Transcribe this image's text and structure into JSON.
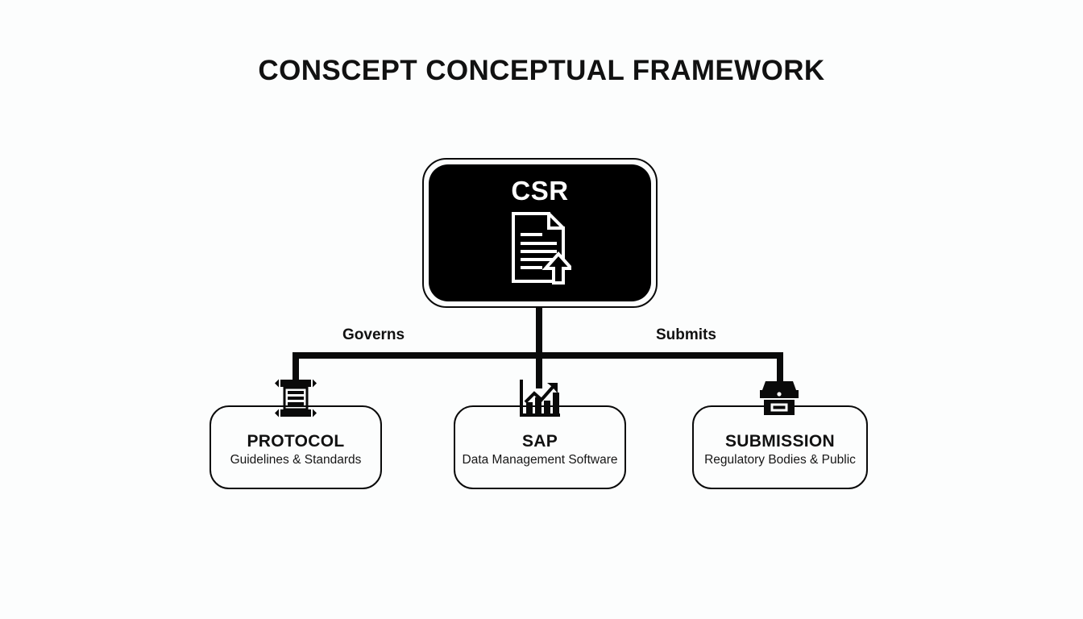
{
  "title": "CONSCEPT CONCEPTUAL FRAMEWORK",
  "colors": {
    "background": "#fcfdfd",
    "ink": "#0a0a0a",
    "root_fill": "#000000",
    "root_text": "#ffffff",
    "card_fill": "#fcfdfd"
  },
  "root": {
    "label": "CSR",
    "icon": "document-upload-icon"
  },
  "edges": [
    {
      "label": "Governs",
      "from": "CSR",
      "to": "PROTOCOL"
    },
    {
      "label": "",
      "from": "CSR",
      "to": "SAP"
    },
    {
      "label": "Submits",
      "from": "CSR",
      "to": "SUBMISSION"
    }
  ],
  "edge_labels": {
    "left": "Governs",
    "right": "Submits"
  },
  "nodes": [
    {
      "id": "protocol",
      "title": "PROTOCOL",
      "subtitle": "Guidelines & Standards",
      "icon": "scroll-icon"
    },
    {
      "id": "sap",
      "title": "SAP",
      "subtitle": "Data Management Software",
      "icon": "bar-chart-trend-icon"
    },
    {
      "id": "submission",
      "title": "SUBMISSION",
      "subtitle": "Regulatory Bodies & Public",
      "icon": "archive-box-icon"
    }
  ]
}
